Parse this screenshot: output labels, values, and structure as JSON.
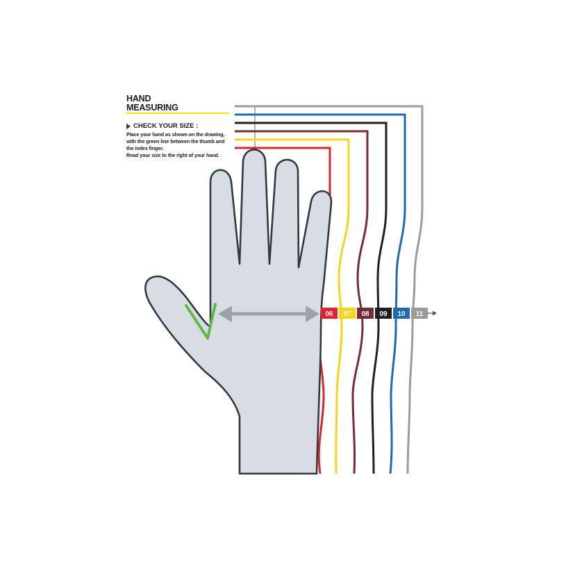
{
  "header": {
    "title_line1": "HAND",
    "title_line2": "MEASURING",
    "check_label": "CHECK YOUR SIZE :",
    "instructions": [
      "Place your hand as shown on the drawing,",
      "with the green line between the thumb and",
      "the index finger.",
      "Read your size to the right of your hand."
    ]
  },
  "colors": {
    "hand_fill": "#d7dde3",
    "hand_outline": "#2f3940",
    "thumb_marker": "#5fba47",
    "measure_arrow": "#9aa3a9",
    "title_rule": "#f2e500"
  },
  "sizes": [
    {
      "label": "06",
      "color": "#e3222c"
    },
    {
      "label": "07",
      "color": "#f7d51d"
    },
    {
      "label": "08",
      "color": "#7a2a35"
    },
    {
      "label": "09",
      "color": "#1f1f1f"
    },
    {
      "label": "10",
      "color": "#1a6bb4"
    },
    {
      "label": "11",
      "color": "#9b9b9b"
    }
  ]
}
